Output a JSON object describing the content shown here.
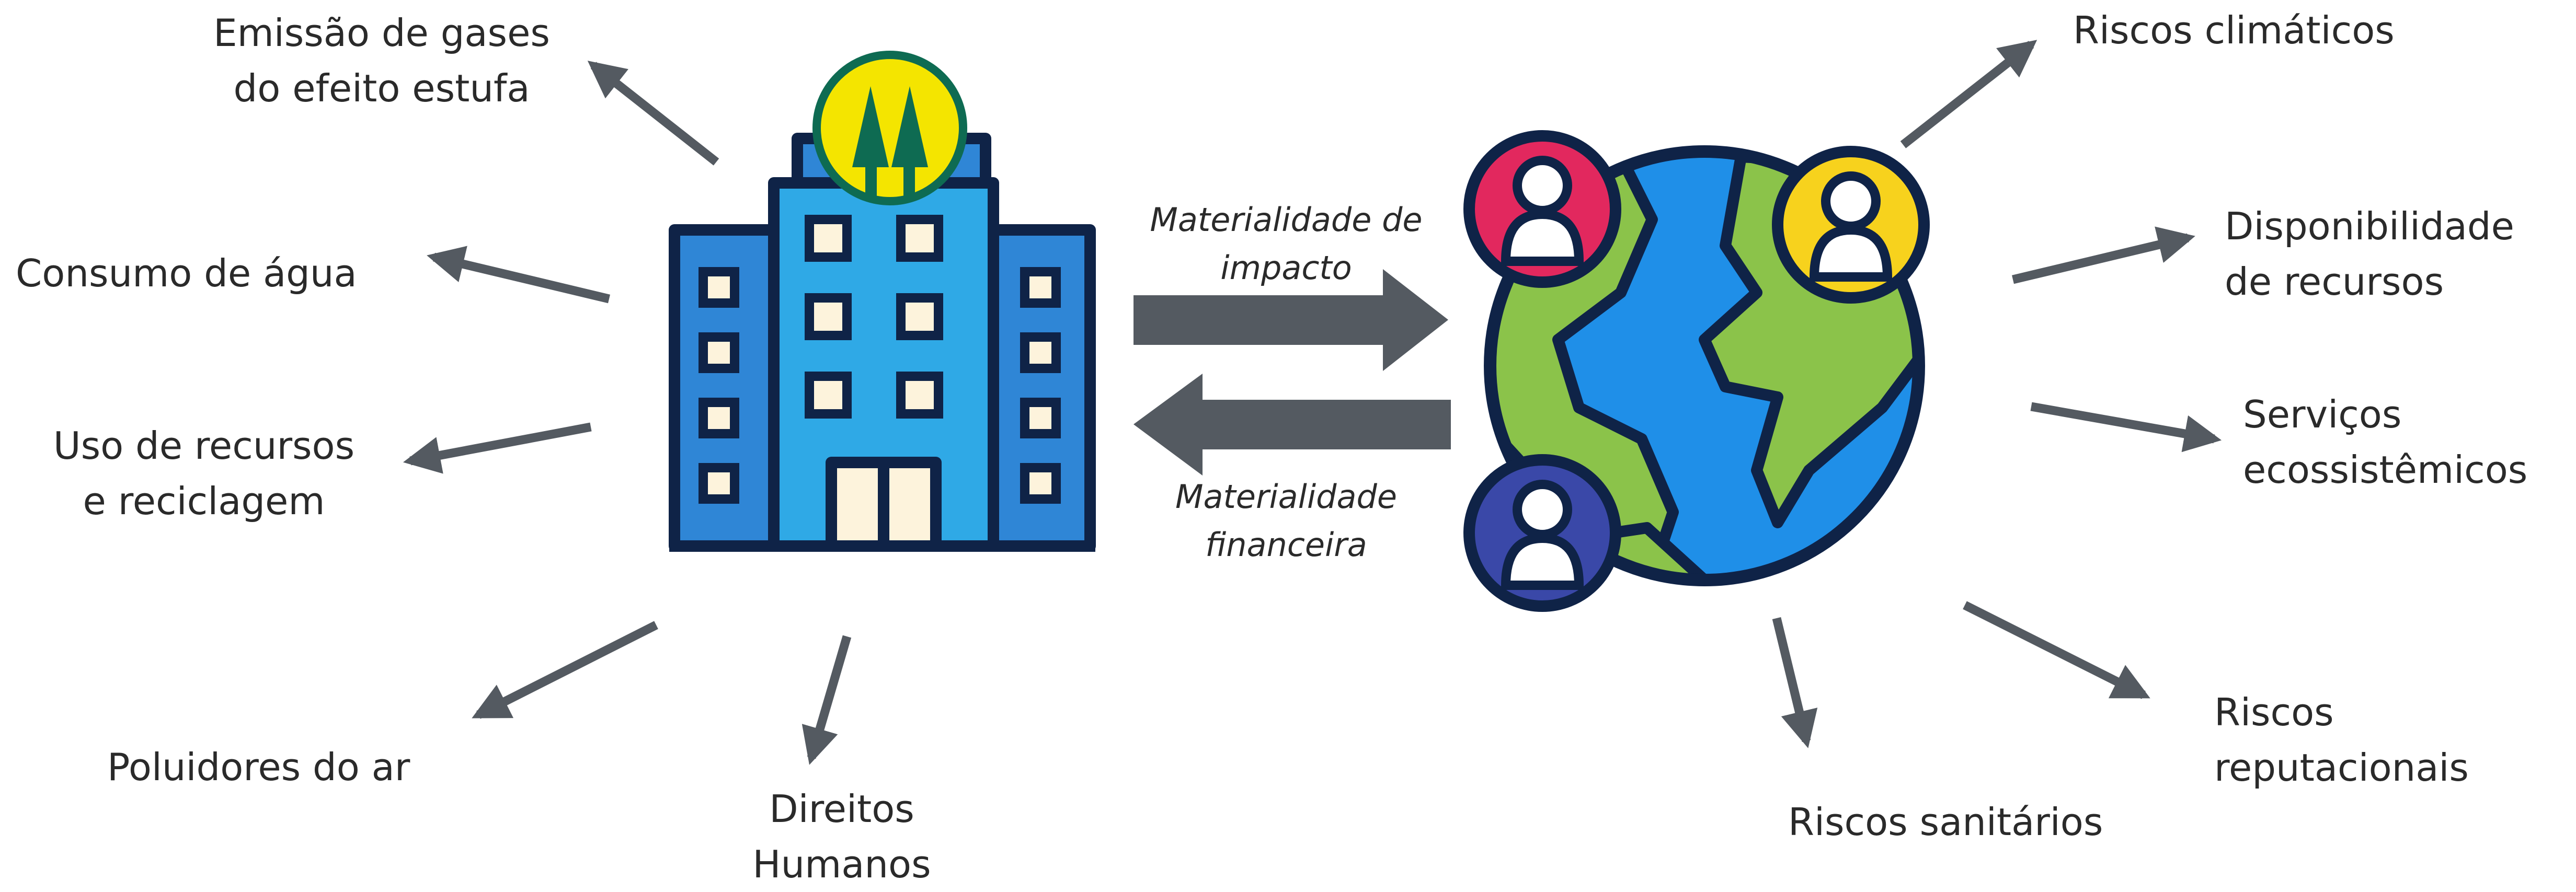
{
  "left_impacts": {
    "ghg": [
      "Emissão de gases",
      "do efeito estufa"
    ],
    "water": [
      "Consumo de água"
    ],
    "resources": [
      "Uso de recursos",
      "e reciclagem"
    ],
    "air": [
      "Poluidores do ar"
    ],
    "human_rights": [
      "Direitos",
      "Humanos"
    ]
  },
  "right_risks": {
    "climate": [
      "Riscos climáticos"
    ],
    "availability": [
      "Disponibilidade",
      "de recursos"
    ],
    "ecosystem": [
      "Serviços",
      "ecossistêmicos"
    ],
    "reputational": [
      "Riscos",
      "reputacionais"
    ],
    "sanitary": [
      "Riscos sanitários"
    ]
  },
  "center": {
    "impact_materiality": [
      "Materialidade de",
      "impacto"
    ],
    "financial_materiality": [
      "Materialidade",
      "financeira"
    ]
  },
  "icons": {
    "company": "office-building-icon",
    "logo": "pine-trees-logo-icon",
    "world": "globe-with-people-icon"
  },
  "colors": {
    "arrow": "#545a61",
    "outline": "#0f2347",
    "building_blue": "#2fa9e6",
    "building_side": "#2f86d6",
    "window_cream": "#fdf3dc",
    "logo_yellow": "#f4e500",
    "logo_green": "#0e6b52",
    "ocean_blue": "#1f8fe8",
    "land_green": "#8bc34a",
    "person_red": "#e2285e",
    "person_yellow": "#f7d21d",
    "person_blue": "#3a48a8"
  }
}
